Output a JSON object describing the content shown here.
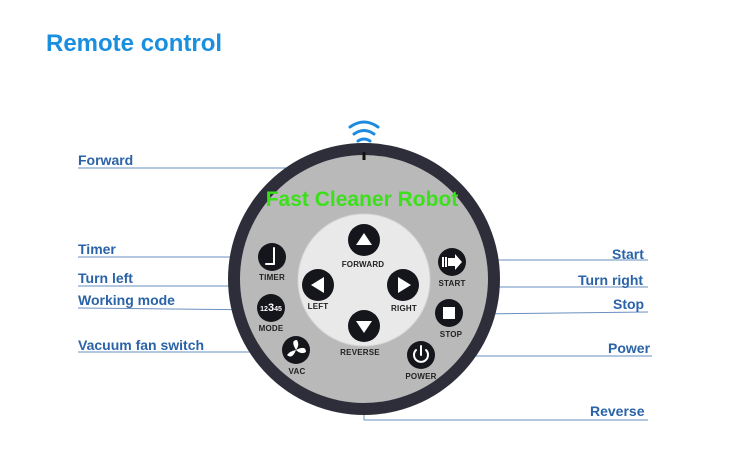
{
  "title": "Remote control",
  "device": {
    "brand": "Fast Cleaner Robot",
    "colors": {
      "ring": "#2e2e3a",
      "face": "#b9b9b9",
      "center_pad": "#e9e9e9",
      "brand": "#3be01b",
      "title": "#1a8fe0",
      "callout": "#2a63a8"
    }
  },
  "buttons": {
    "forward": {
      "label": "FORWARD",
      "icon": "triangle-up-icon"
    },
    "reverse": {
      "label": "REVERSE",
      "icon": "triangle-down-icon"
    },
    "left": {
      "label": "LEFT",
      "icon": "triangle-left-icon"
    },
    "right": {
      "label": "RIGHT",
      "icon": "triangle-right-icon"
    },
    "timer": {
      "label": "TIMER",
      "icon": "clock-hands-icon"
    },
    "mode": {
      "label": "MODE",
      "icon": "numbers-12345-icon",
      "icon_text_a": "12",
      "icon_text_b": "3",
      "icon_text_c": "45"
    },
    "vac": {
      "label": "VAC",
      "icon": "fan-icon"
    },
    "start": {
      "label": "START",
      "icon": "play-arrow-icon"
    },
    "stop": {
      "label": "STOP",
      "icon": "stop-square-icon"
    },
    "power": {
      "label": "POWER",
      "icon": "power-icon"
    }
  },
  "callouts": {
    "forward": "Forward",
    "timer": "Timer",
    "turn_left": "Turn left",
    "working_mode": "Working mode",
    "vacuum_fan_switch": "Vacuum fan switch",
    "start": "Start",
    "turn_right": "Turn right",
    "stop": "Stop",
    "power": "Power",
    "reverse": "Reverse"
  }
}
